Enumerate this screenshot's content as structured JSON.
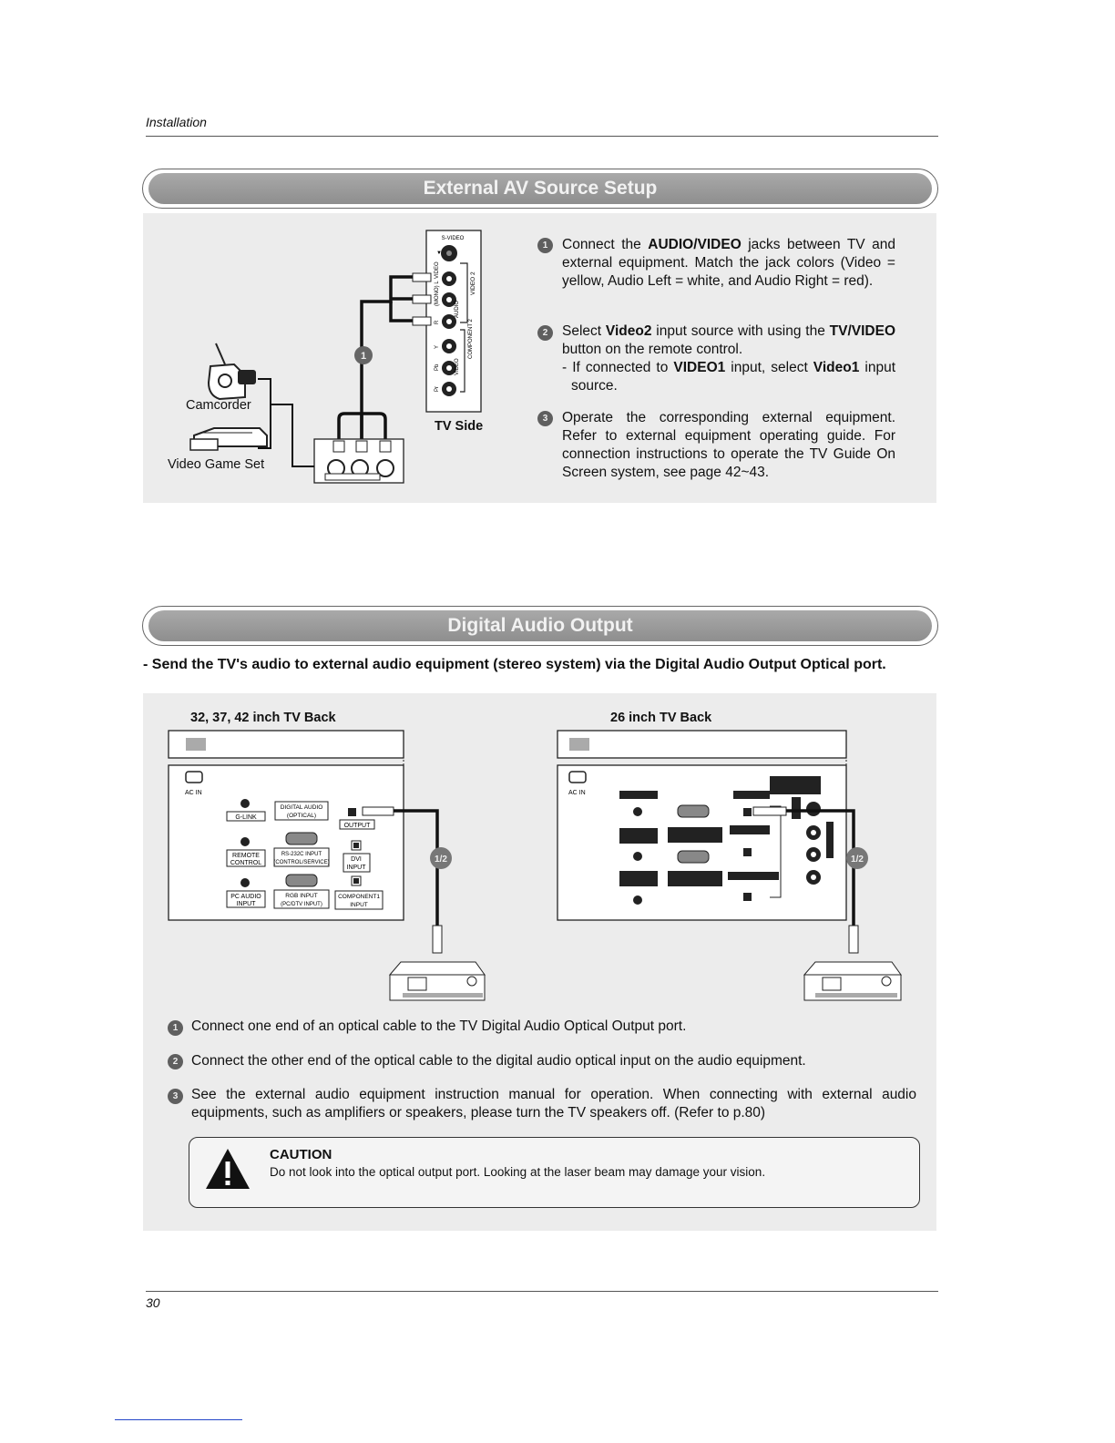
{
  "header": {
    "section": "Installation"
  },
  "section1": {
    "title": "External AV Source Setup",
    "labels": {
      "camcorder": "Camcorder",
      "video_game": "Video Game Set",
      "tv_side": "TV Side"
    },
    "jacks": {
      "svideo": "S-VIDEO",
      "video2": "VIDEO 2",
      "component2": "COMPONENT 2",
      "audio": "AUDIO",
      "video": "VIDEO",
      "j1": "VIDEO",
      "j2": "(MONO) L",
      "j3": "R",
      "j4": "Y",
      "j5": "Pb",
      "j6": "Pr"
    },
    "step_numbers": [
      "1",
      "2",
      "3"
    ],
    "steps": [
      {
        "pre": "Connect the ",
        "b1": "AUDIO/VIDEO",
        "post": " jacks between TV and external equipment. Match the jack colors (Video = yellow, Audio Left = white, and Audio Right = red)."
      },
      {
        "pre": "Select ",
        "b1": "Video2",
        "mid": " input source with using the ",
        "b2": "TV/VIDEO",
        "post": " button on the remote control.",
        "sub_pre": "- If connected to ",
        "sub_b1": "VIDEO1",
        "sub_mid": " input, select ",
        "sub_b2": "Video1",
        "sub_post": " input source."
      },
      {
        "text": "Operate the corresponding external equipment. Refer to external equipment operating guide. For connection instructions to operate the TV Guide On Screen system, see page 42~43."
      }
    ]
  },
  "section2": {
    "title": "Digital Audio Output",
    "intro": "- Send the TV's audio to external audio equipment (stereo system) via the Digital Audio Output Optical port.",
    "left_label": "32, 37, 42 inch TV Back",
    "right_label": "26 inch TV Back",
    "left_panel": {
      "ac_in": "AC IN",
      "glink": "G-LINK",
      "digital_audio": "DIGITAL AUDIO",
      "optical": "(OPTICAL)",
      "output": "OUTPUT",
      "remote": "REMOTE",
      "control": "CONTROL",
      "rs232": "RS-232C INPUT",
      "service": "(CONTROL/SERVICE)",
      "dvi": "DVI",
      "input": "INPUT",
      "pc_audio": "PC AUDIO",
      "rgb_input": "RGB INPUT",
      "pc_dtv": "(PC/DTV INPUT)",
      "component1": "COMPONENT1"
    },
    "right_panel": {
      "ac_in": "AC IN"
    },
    "badge": "1/2",
    "step_numbers": [
      "1",
      "2",
      "3"
    ],
    "steps": [
      "Connect one end of an optical cable to the TV Digital Audio Optical Output port.",
      "Connect the other end of the optical cable to the digital audio optical input on the audio equipment.",
      "See the external audio equipment instruction manual for operation. When connecting with external audio equipments, such as amplifiers or speakers, please turn the TV speakers off. (Refer to p.80)"
    ],
    "caution": {
      "title": "CAUTION",
      "text": "Do not look into the optical output port. Looking at the laser beam may damage your vision."
    }
  },
  "footer": {
    "page_number": "30"
  }
}
